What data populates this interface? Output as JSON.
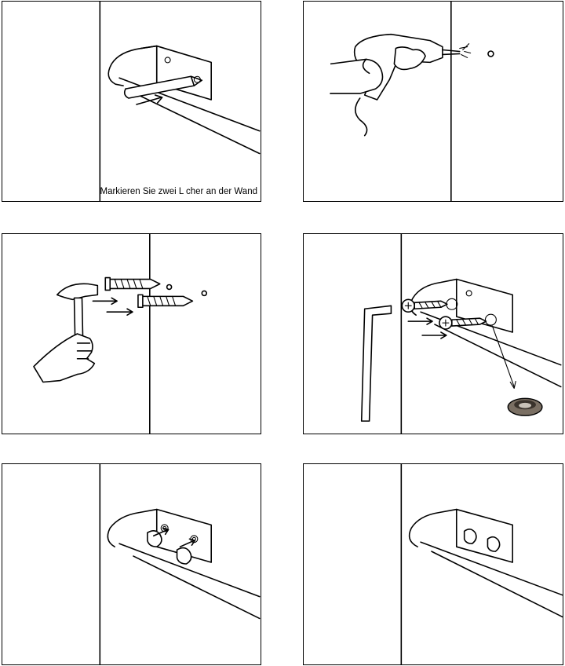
{
  "steps": [
    {
      "id": 1,
      "caption": "Markieren Sie zwei L cher an der Wand"
    },
    {
      "id": 2,
      "caption": ""
    },
    {
      "id": 3,
      "caption": ""
    },
    {
      "id": 4,
      "caption": ""
    },
    {
      "id": 5,
      "caption": ""
    },
    {
      "id": 6,
      "caption": ""
    }
  ],
  "icons": {
    "step1": [
      "wall-corner-icon",
      "towel-bar-bracket-icon",
      "pencil-icon",
      "arrow-right-icon"
    ],
    "step2": [
      "wall-corner-icon",
      "hand-drill-icon",
      "hole-mark-icon"
    ],
    "step3": [
      "wall-corner-icon",
      "hammer-icon",
      "wall-anchor-icon",
      "arrow-right-icon"
    ],
    "step4": [
      "wall-corner-icon",
      "allen-key-icon",
      "screw-icon",
      "washer-icon",
      "arrow-right-icon"
    ],
    "step5": [
      "wall-corner-icon",
      "towel-bar-bracket-icon",
      "screw-cap-icon",
      "arrow-right-icon"
    ],
    "step6": [
      "wall-corner-icon",
      "towel-bar-installed-icon"
    ]
  },
  "colors": {
    "line": "#000000",
    "background": "#ffffff"
  }
}
